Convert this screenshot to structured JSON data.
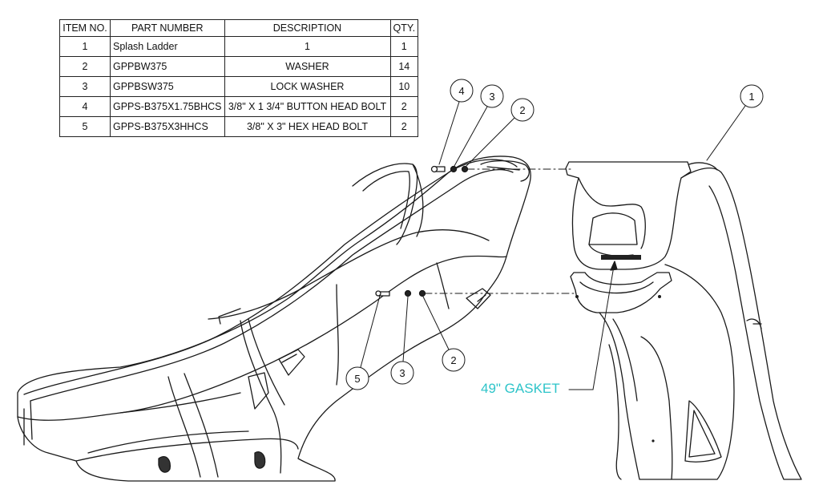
{
  "table": {
    "headers": [
      "ITEM NO.",
      "PART NUMBER",
      "DESCRIPTION",
      "QTY."
    ],
    "rows": [
      {
        "item": "1",
        "part": "Splash Ladder",
        "desc": "1",
        "qty": "1"
      },
      {
        "item": "2",
        "part": "GPPBW375",
        "desc": "WASHER",
        "qty": "14"
      },
      {
        "item": "3",
        "part": "GPPBSW375",
        "desc": "LOCK WASHER",
        "qty": "10"
      },
      {
        "item": "4",
        "part": "GPPS-B375X1.75BHCS",
        "desc": "3/8\" X 1 3/4\" BUTTON HEAD BOLT",
        "qty": "2"
      },
      {
        "item": "5",
        "part": "GPPS-B375X3HHCS",
        "desc": "3/8\" X 3\" HEX HEAD BOLT",
        "qty": "2"
      }
    ]
  },
  "balloons": {
    "top_4": "4",
    "top_3": "3",
    "top_2": "2",
    "ladder_1": "1",
    "low_5": "5",
    "low_3": "3",
    "low_2": "2"
  },
  "gasket_label": "49\" GASKET",
  "colors": {
    "line": "#1a1a1a",
    "gasket": "#2ec4c9"
  }
}
